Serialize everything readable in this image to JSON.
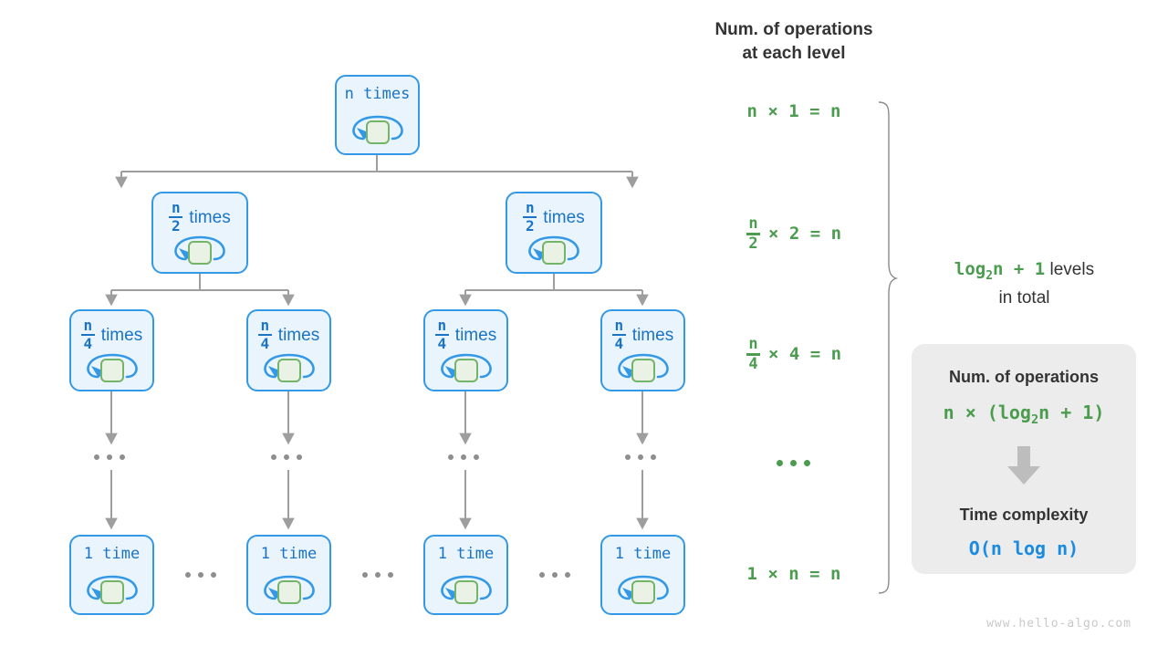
{
  "colors": {
    "node_border": "#3399e6",
    "node_fill": "#eaf4fd",
    "node_text": "#1a73c4",
    "inner_box_border": "#74b468",
    "inner_box_fill": "#e9f2e4",
    "connector": "#9e9e9e",
    "green_text": "#4b9c4f",
    "dark_text": "#333333",
    "blue_text": "#1a8be0",
    "card_bg": "#ececec",
    "watermark": "#c9c9c9"
  },
  "tree": {
    "levels": [
      {
        "level_index": 0,
        "nodes": [
          {
            "label_kind": "mono",
            "label": "n times"
          }
        ]
      },
      {
        "level_index": 1,
        "nodes": [
          {
            "label_kind": "frac",
            "numerator": "n",
            "denominator": "2",
            "suffix": "times"
          },
          {
            "label_kind": "frac",
            "numerator": "n",
            "denominator": "2",
            "suffix": "times"
          }
        ]
      },
      {
        "level_index": 2,
        "nodes": [
          {
            "label_kind": "frac",
            "numerator": "n",
            "denominator": "4",
            "suffix": "times"
          },
          {
            "label_kind": "frac",
            "numerator": "n",
            "denominator": "4",
            "suffix": "times"
          },
          {
            "label_kind": "frac",
            "numerator": "n",
            "denominator": "4",
            "suffix": "times"
          },
          {
            "label_kind": "frac",
            "numerator": "n",
            "denominator": "4",
            "suffix": "times"
          }
        ]
      },
      {
        "level_index": 3,
        "nodes": [
          {
            "label_kind": "mono",
            "label": "1 time"
          },
          {
            "label_kind": "mono",
            "label": "1 time"
          },
          {
            "label_kind": "mono",
            "label": "1 time"
          },
          {
            "label_kind": "mono",
            "label": "1 time"
          }
        ]
      }
    ]
  },
  "operations_column": {
    "heading_line1": "Num. of operations",
    "heading_line2": "at each level",
    "rows": [
      {
        "kind": "plain",
        "text": "n × 1 = n"
      },
      {
        "kind": "fraction",
        "numerator": "n",
        "denominator": "2",
        "rest": "× 2 = n"
      },
      {
        "kind": "fraction",
        "numerator": "n",
        "denominator": "4",
        "rest": "× 4 = n"
      },
      {
        "kind": "ellipsis",
        "text": "..."
      },
      {
        "kind": "plain",
        "text": "1 × n = n"
      }
    ]
  },
  "levels_note": {
    "code": "log",
    "code_sub": "2",
    "code_tail": "n + 1",
    "text": " levels",
    "line2": "in total"
  },
  "summary_card": {
    "title": "Num. of operations",
    "formula_prefix": "n × (log",
    "formula_sub": "2",
    "formula_tail": "n + 1)",
    "arrow_icon": "down-arrow-icon",
    "complexity_title": "Time complexity",
    "complexity_value": "O(n log n)"
  },
  "watermark": "www.hello-algo.com"
}
